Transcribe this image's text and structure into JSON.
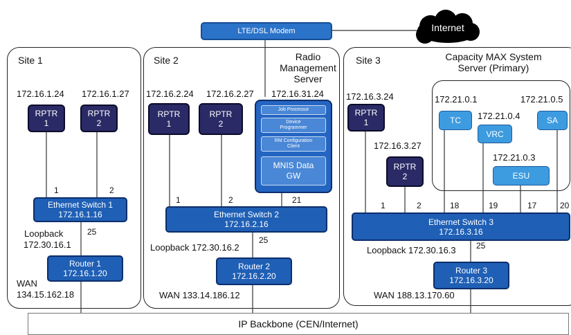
{
  "modem": {
    "label": "LTE/DSL Modem"
  },
  "internet": {
    "label": "Internet"
  },
  "backbone": {
    "label": "IP Backbone (CEN/Internet)"
  },
  "site1": {
    "title": "Site 1",
    "rptr1": {
      "ip": "172.16.1.24",
      "line1": "RPTR",
      "line2": "1"
    },
    "rptr2": {
      "ip": "172.16.1.27",
      "line1": "RPTR",
      "line2": "2"
    },
    "switch": {
      "name": "Ethernet Switch 1",
      "ip": "172.16.1.16"
    },
    "port1": "1",
    "port2": "2",
    "port_router": "25",
    "loopback_label": "Loopback",
    "loopback_ip": "172.30.16.1",
    "router": {
      "name": "Router 1",
      "ip": "172.16.1.20"
    },
    "wan_label": "WAN",
    "wan_ip": "134.15.162.18"
  },
  "site2": {
    "title": "Site 2",
    "rptr1": {
      "ip": "172.16.2.24",
      "line1": "RPTR",
      "line2": "1"
    },
    "rptr2": {
      "ip": "172.16.2.27",
      "line1": "RPTR",
      "line2": "2"
    },
    "rms": {
      "title_line1": "Radio",
      "title_line2": "Management",
      "title_line3": "Server",
      "ip": "172.16.31.24",
      "job_processor": "Job Processor",
      "device_programmer_1": "Device",
      "device_programmer_2": "Programmer",
      "rm_config_1": "RM Configuration",
      "rm_config_2": "Client",
      "mnis_1": "MNIS Data",
      "mnis_2": "GW"
    },
    "switch": {
      "name": "Ethernet Switch 2",
      "ip": "172.16.2.16"
    },
    "port1": "1",
    "port2": "2",
    "port_rms": "21",
    "port_router": "25",
    "loopback": "Loopback 172.30.16.2",
    "router": {
      "name": "Router 2",
      "ip": "172.16.2.20"
    },
    "wan": "WAN 133.14.186.12"
  },
  "site3": {
    "title": "Site 3",
    "rptr1": {
      "ip": "172.16.3.24",
      "line1": "RPTR",
      "line2": "1"
    },
    "rptr2": {
      "ip": "172.16.3.27",
      "line1": "RPTR",
      "line2": "2"
    },
    "capacity": {
      "title_line1": "Capacity MAX System",
      "title_line2": "Server (Primary)",
      "tc": {
        "ip": "172.21.0.1",
        "label": "TC"
      },
      "vrc": {
        "ip": "172.21.0.4",
        "label": "VRC"
      },
      "sa": {
        "ip": "172.21.0.5",
        "label": "SA"
      },
      "esu": {
        "ip": "172.21.0.3",
        "label": "ESU"
      }
    },
    "switch": {
      "name": "Ethernet Switch 3",
      "ip": "172.16.3.16"
    },
    "port1": "1",
    "port2": "2",
    "port18": "18",
    "port19": "19",
    "port17": "17",
    "port20": "20",
    "port_router": "25",
    "loopback": "Loopback 172.30.16.3",
    "router": {
      "name": "Router 3",
      "ip": "172.16.3.20"
    },
    "wan": "WAN 188.13.170.60"
  },
  "colors": {
    "rptr_fill": "#2a2a66",
    "switch_fill": "#1f5fb5",
    "capacity_fill": "#3d9be0",
    "modem_fill": "#2b73c9",
    "cloud_fill": "#000000"
  }
}
